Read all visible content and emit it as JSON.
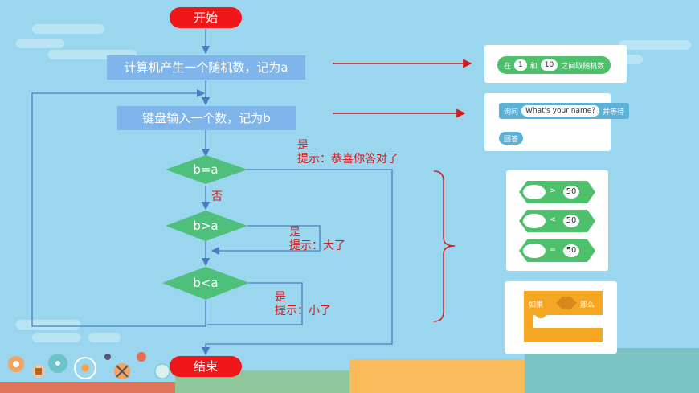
{
  "flow": {
    "start": "开始",
    "step1": "计算机产生一个随机数，记为a",
    "step2": "键盘输入一个数，记为b",
    "decision1": "b=a",
    "decision2": "b>a",
    "decision3": "b<a",
    "no_label": "否",
    "yes1": "是",
    "hint1": "提示：恭喜你答对了",
    "yes2": "是",
    "hint2": "提示：大了",
    "yes3": "是",
    "hint3": "提示：小了",
    "end": "结束"
  },
  "blocks": {
    "random": {
      "prefix": "在",
      "from": "1",
      "mid": "和",
      "to": "10",
      "suffix": "之间取随机数"
    },
    "ask": {
      "prefix": "询问",
      "question": "What's your name?",
      "suffix": "并等待",
      "answer": "回答"
    },
    "compare": [
      {
        "op": ">",
        "value": "50"
      },
      {
        "op": "<",
        "value": "50"
      },
      {
        "op": "=",
        "value": "50"
      }
    ],
    "ifblock": {
      "if_label": "如果",
      "then_label": "那么"
    }
  },
  "colors": {
    "terminal": "#f0171a",
    "process": "#7fb5ea",
    "decision": "#4ec07c",
    "arrow": "#4a7cc4",
    "annotation": "#d6191c",
    "block_green": "#4ec06c",
    "block_blue": "#5cb1d6",
    "block_orange": "#f5a623"
  }
}
